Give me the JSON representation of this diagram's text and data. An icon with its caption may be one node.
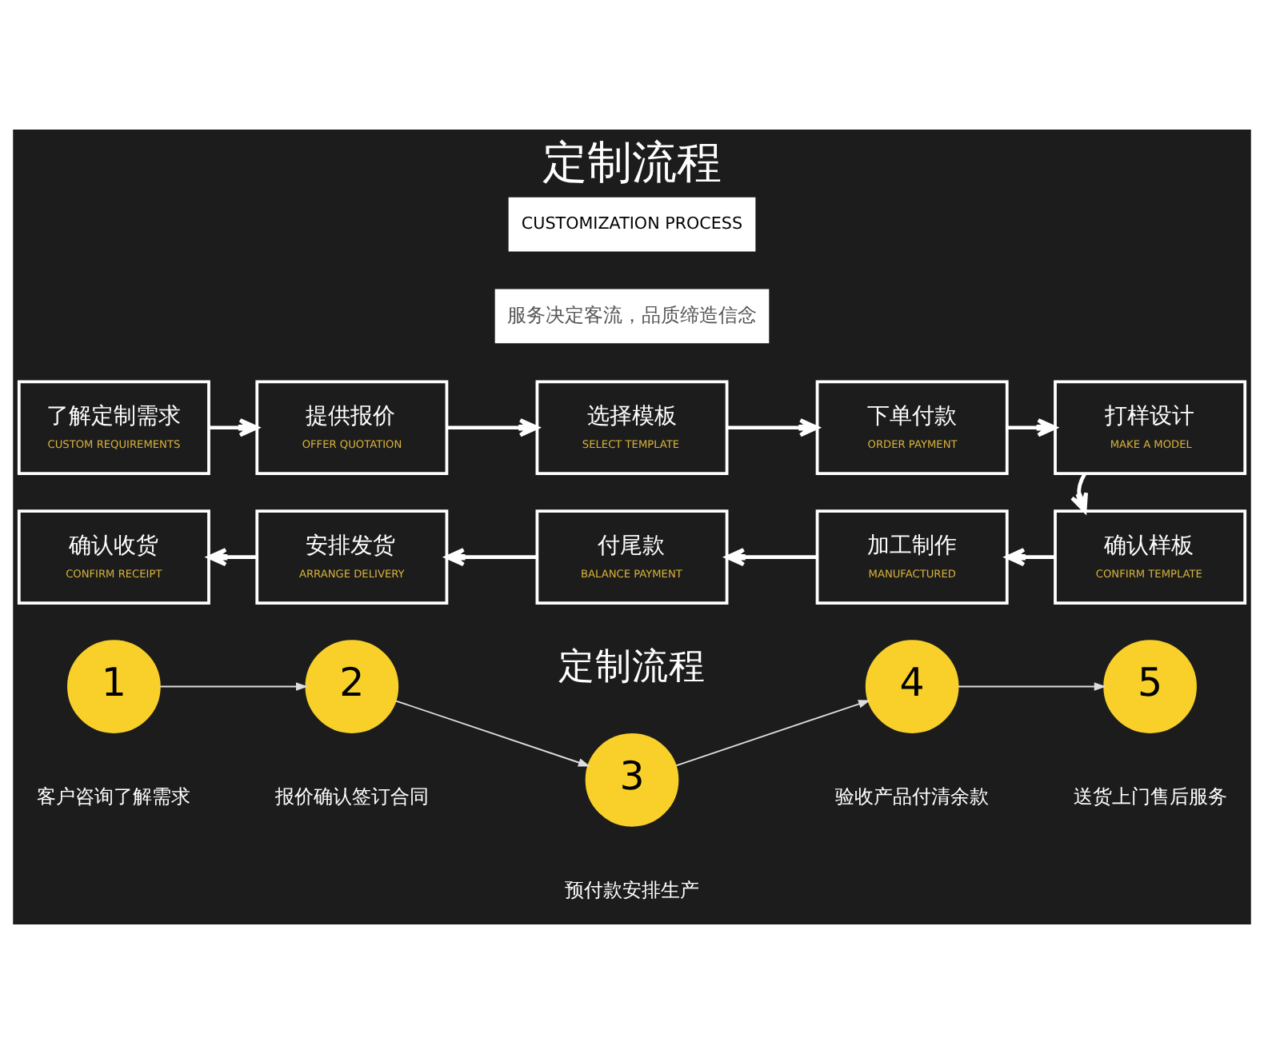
{
  "diagram": {
    "title": "定制流程",
    "nodes": [
      {
        "text": [
          "了解定制需求",
          "CUSTOM REQUIREMENTS"
        ]
      },
      {
        "text": [
          "提供报价",
          "OFFER QUOTATION"
        ]
      },
      {
        "text": [
          "选择模板",
          "SELECT TEMPLATE"
        ]
      },
      {
        "text": [
          "下单付款",
          "ORDER PAYMENT"
        ]
      },
      {
        "text": [
          "打样设计",
          "MAKE A MODEL"
        ]
      },
      {
        "text": [
          "确认收货",
          "CONFIRM RECEIPT"
        ]
      },
      {
        "text": [
          "安排发货",
          "ARRANGE DELIVERY"
        ]
      },
      {
        "text": [
          "付尾款",
          "BALANCE PAYMENT"
        ]
      },
      {
        "text": [
          "加工制作",
          "MANUFACTURED"
        ]
      },
      {
        "text": [
          "确认样板",
          "CONFIRM TEMPLATE"
        ]
      },
      {
        "text": [
          "1"
        ],
        "beside": [
          "客户咨询了解需求"
        ]
      },
      {
        "text": [
          "2"
        ],
        "beside": [
          "报价确认签订合同"
        ]
      },
      {
        "text": [
          "3"
        ],
        "beside": [
          "预付款安排生产"
        ]
      },
      {
        "text": [
          "4"
        ],
        "beside": [
          "验收产品付清余款"
        ]
      },
      {
        "text": [
          "5"
        ],
        "beside": [
          "送货上门售后服务"
        ]
      }
    ],
    "edges": [
      {
        "from": 0,
        "to": 1,
        "arrow": "to"
      },
      {
        "from": 1,
        "to": 2,
        "arrow": "to"
      },
      {
        "from": 2,
        "to": 3,
        "arrow": "to"
      },
      {
        "from": 3,
        "to": 4,
        "arrow": "to"
      },
      {
        "from": 4,
        "to": 9,
        "arrow": "to"
      },
      {
        "from": 9,
        "to": 8,
        "arrow": "to"
      },
      {
        "from": 8,
        "to": 7,
        "arrow": "to"
      },
      {
        "from": 7,
        "to": 6,
        "arrow": "to"
      },
      {
        "from": 6,
        "to": 5,
        "arrow": "to"
      },
      {
        "from": 10,
        "to": 11,
        "arrow": "to"
      },
      {
        "from": 11,
        "to": 12,
        "arrow": "to"
      },
      {
        "from": 12,
        "to": 13,
        "arrow": "to"
      },
      {
        "from": 13,
        "to": 14,
        "arrow": "to"
      }
    ],
    "labels": [
      "CUSTOMIZATION PROCESS",
      "服务决定客流，品质缔造信念",
      "定制流程"
    ]
  }
}
